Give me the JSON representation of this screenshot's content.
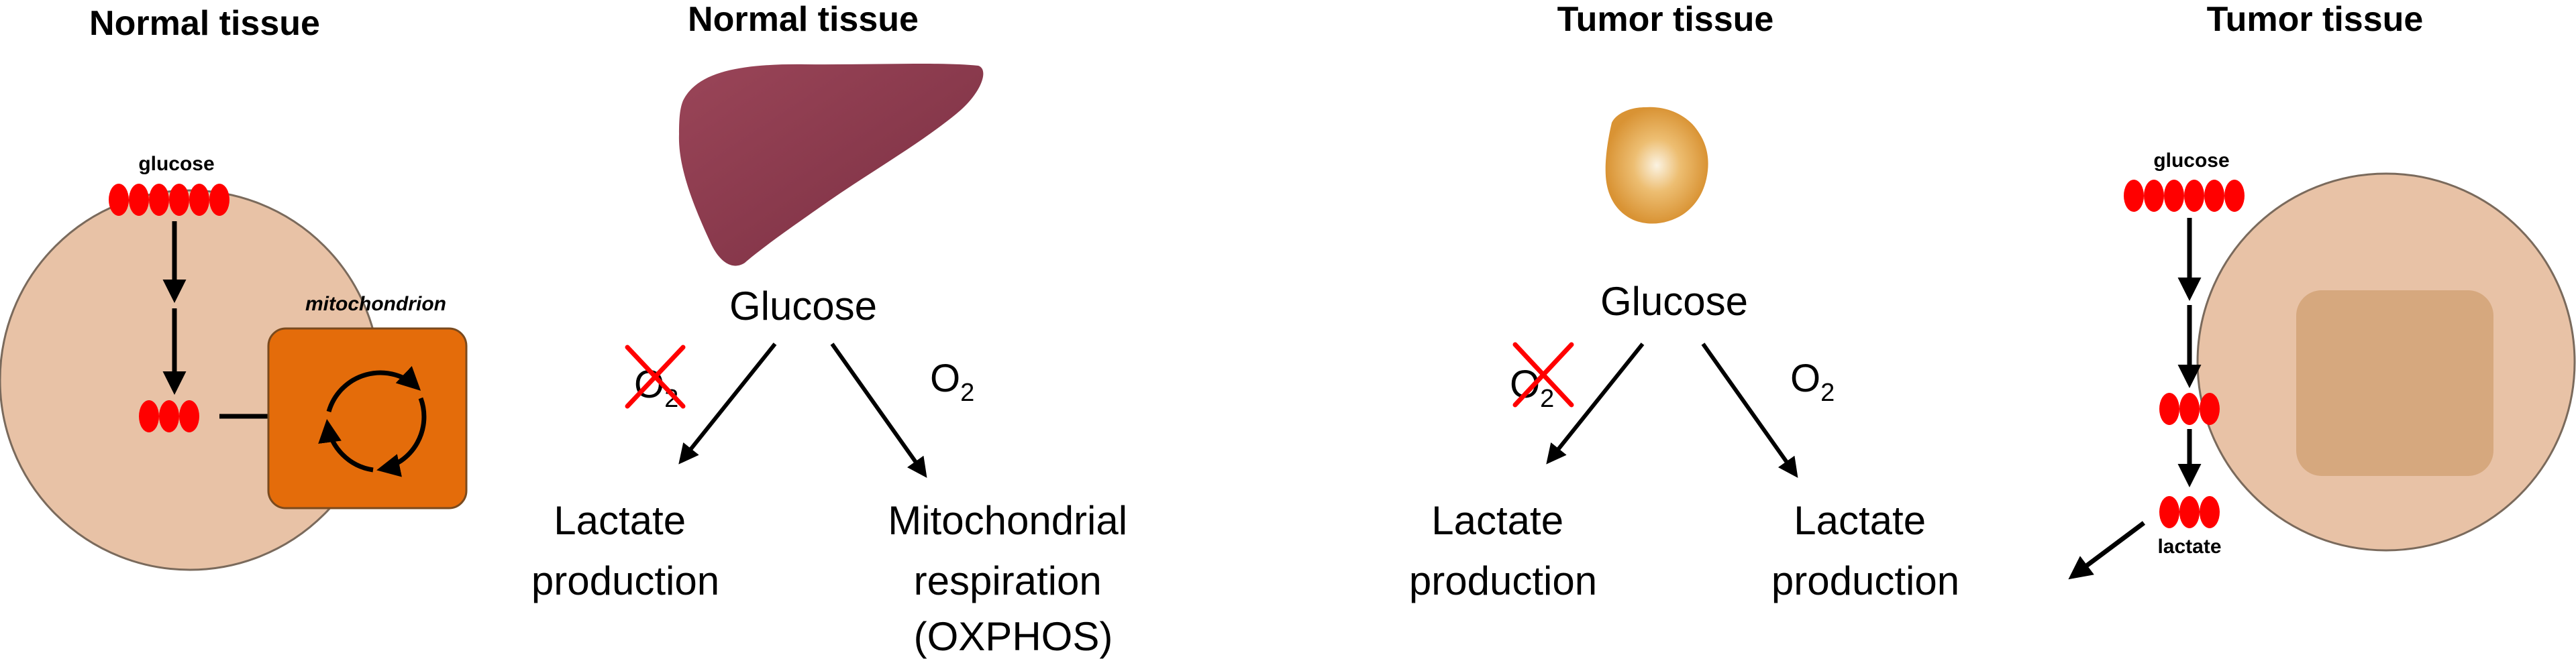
{
  "panels": {
    "normal_cell": {
      "title": "Normal tissue",
      "glucose_label": "glucose",
      "mito_label": "mitochondrion"
    },
    "normal_flow": {
      "title": "Normal tissue",
      "source": "Glucose",
      "left_outcome": [
        "Lactate",
        "production"
      ],
      "right_outcome": [
        "Mitochondrial",
        "respiration",
        "(OXPHOS)"
      ],
      "o2_left": "O",
      "o2_right": "O",
      "o2_sub": "2"
    },
    "tumor_flow": {
      "title": "Tumor tissue",
      "source": "Glucose",
      "left_outcome": [
        "Lactate",
        "production"
      ],
      "right_outcome": [
        "Lactate",
        "production"
      ],
      "o2_left": "O",
      "o2_right": "O",
      "o2_sub": "2"
    },
    "tumor_cell": {
      "title": "Tumor tissue",
      "glucose_label": "glucose",
      "lactate_label": "lactate"
    }
  },
  "colors": {
    "cell_fill": "#E8C2A6",
    "cell_stroke": "#7A6A5C",
    "molecule": "#FF0000",
    "mitochondrion": "#E46C0A",
    "mito_dim": "#D6A87E",
    "liver": "#8B3A4C",
    "tumor": "#E8A94A",
    "cross": "#FF0000"
  },
  "icons": [
    "liver-organ-icon",
    "tumor-mass-icon",
    "red-cross-icon",
    "krebs-cycle-icon"
  ]
}
